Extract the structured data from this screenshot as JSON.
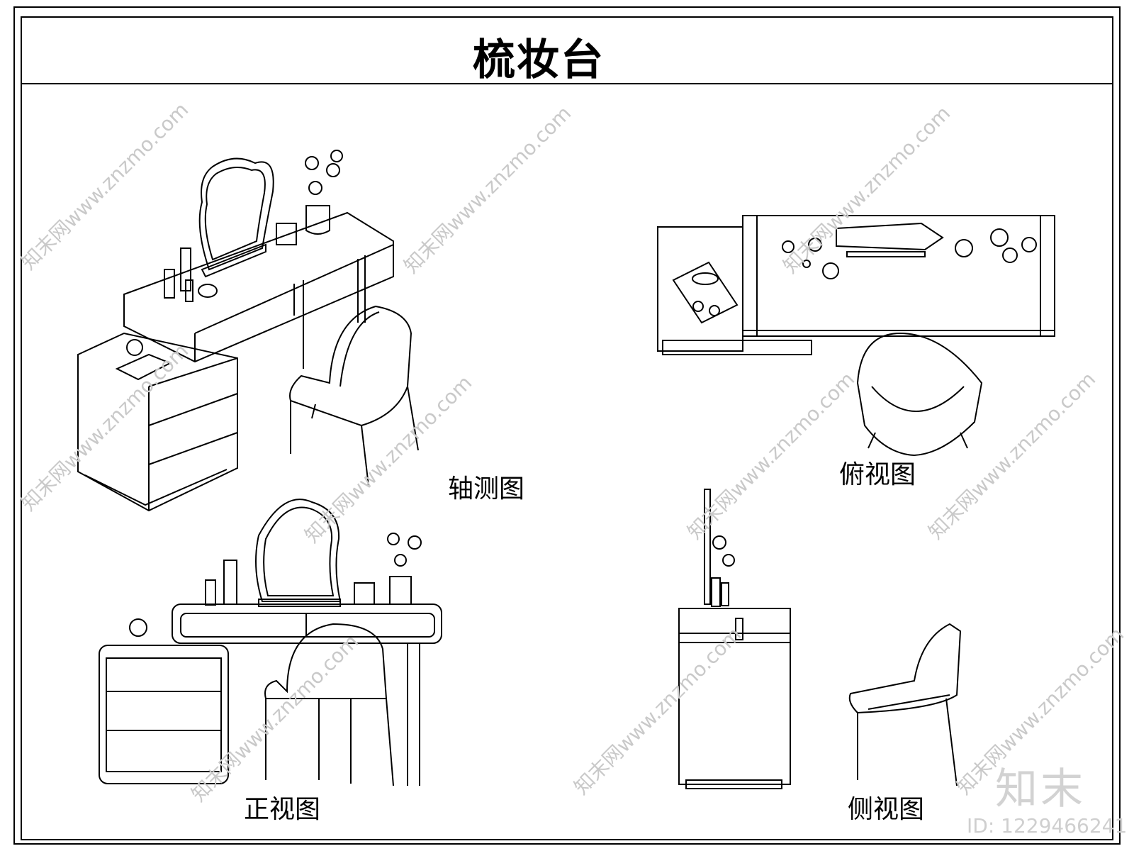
{
  "title": "梳妆台",
  "views": {
    "axonometric": "轴测图",
    "top": "俯视图",
    "front": "正视图",
    "side": "侧视图"
  },
  "watermark": {
    "text": "知末网www.znzmo.com",
    "brand": "知末",
    "id": "ID: 1229466241"
  },
  "colors": {
    "line": "#000000",
    "watermark": "#c9c9c9"
  }
}
